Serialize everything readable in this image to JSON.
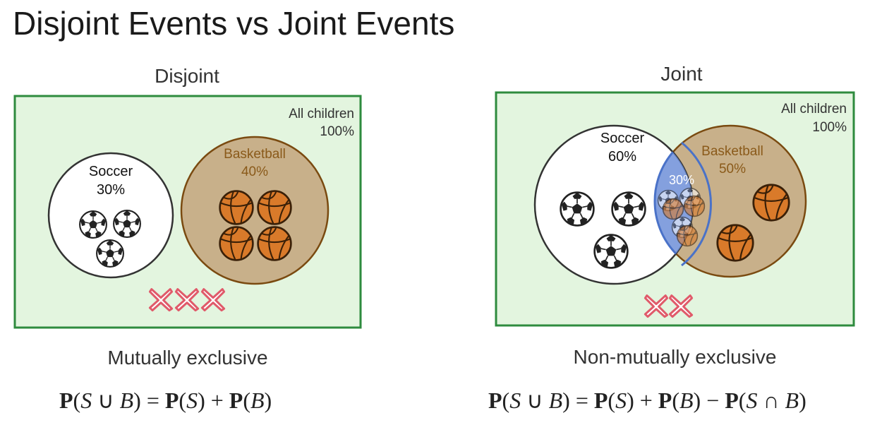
{
  "title": "Disjoint Events vs Joint Events",
  "disjoint": {
    "label": "Disjoint",
    "universe_line1": "All children",
    "universe_line2": "100%",
    "soccer_name": "Soccer",
    "soccer_pct": "30%",
    "basketball_name": "Basketball",
    "basketball_pct": "40%",
    "caption": "Mutually exclusive",
    "formula": {
      "lhs": "P(S ∪ B)",
      "eq": "=",
      "t1": "P(S)",
      "plus": "+",
      "t2": "P(B)"
    }
  },
  "joint": {
    "label": "Joint",
    "universe_line1": "All children",
    "universe_line2": "100%",
    "soccer_name": "Soccer",
    "soccer_pct": "60%",
    "basketball_name": "Basketball",
    "basketball_pct": "50%",
    "overlap_pct": "30%",
    "caption": "Non-mutually exclusive",
    "formula": {
      "lhs": "P(S ∪ B)",
      "eq": "=",
      "t1": "P(S)",
      "plus": "+",
      "t2": "P(B)",
      "minus": "−",
      "t3": "P(S ∩ B)"
    }
  },
  "colors": {
    "universe_fill": "#e3f5df",
    "universe_stroke": "#2e8b3e",
    "basketball_fill": "#c8b08a",
    "basketball_stroke": "#7a4a10",
    "basketball_text": "#8a5a1a",
    "overlap_fill": "#6f8fd8",
    "overlap_stroke": "#4a72c8",
    "ball_orange": "#d97a2a",
    "x_mark": "#e05a6a"
  }
}
